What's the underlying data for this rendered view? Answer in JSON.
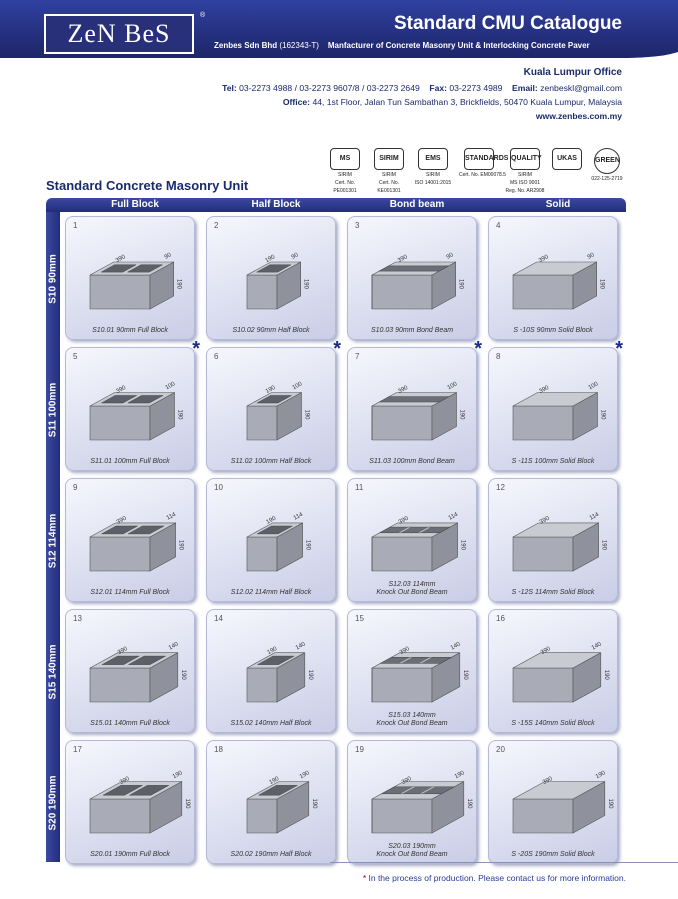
{
  "header": {
    "logo_text": "ZeN BeS",
    "registered_mark": "®",
    "title": "Standard CMU Catalogue",
    "company_name": "Zenbes Sdn Bhd",
    "company_reg": "(162343-T)",
    "company_desc": "Manfacturer of Concrete Masonry Unit & Interlocking Concrete Paver"
  },
  "office": {
    "title": "Kuala Lumpur Office",
    "tel_label": "Tel:",
    "tel": "03-2273 4988 / 03-2273 9607/8 / 03-2273 2649",
    "fax_label": "Fax:",
    "fax": "03-2273 4989",
    "email_label": "Email:",
    "email": "zenbeskl@gmail.com",
    "address_label": "Office:",
    "address": "44, 1st Floor, Jalan Tun Sambathan 3, Brickfields, 50470 Kuala Lumpur, Malaysia",
    "website": "www.zenbes.com.my"
  },
  "certs": [
    {
      "badge": "MS",
      "line1": "SIRIM",
      "line2": "Cert. No.",
      "line3": "PE001301"
    },
    {
      "badge": "SIRIM",
      "line1": "SIRIM",
      "line2": "Cert. No.",
      "line3": "KE001301"
    },
    {
      "badge": "EMS",
      "line1": "SIRIM",
      "line2": "ISO 14001:2015",
      "line3": ""
    },
    {
      "badge": "STANDARDS",
      "line1": "",
      "line2": "Cert. No. EM00078.5",
      "line3": ""
    },
    {
      "badge": "QUALITY",
      "line1": "SIRIM",
      "line2": "MS ISO 9001",
      "line3": "Reg. No. AR2908"
    },
    {
      "badge": "UKAS",
      "line1": "",
      "line2": "",
      "line3": ""
    },
    {
      "badge": "GREEN",
      "line1": "",
      "line2": "022-125-2719",
      "line3": ""
    }
  ],
  "section_title": "Standard Concrete Masonry Unit",
  "columns": [
    "Full Block",
    "Half Block",
    "Bond beam",
    "Solid"
  ],
  "rows": [
    {
      "label": "S10 90mm",
      "depth": "90",
      "items": [
        {
          "num": "1",
          "caption": "S10.01 90mm Full Block",
          "caption2": "",
          "star": "",
          "type": "full"
        },
        {
          "num": "2",
          "caption": "S10.02 90mm Half Block",
          "caption2": "",
          "star": "",
          "type": "half"
        },
        {
          "num": "3",
          "caption": "S10.03 90mm Bond Beam",
          "caption2": "",
          "star": "",
          "type": "bond"
        },
        {
          "num": "4",
          "caption": "S -10S 90mm Solid Block",
          "caption2": "",
          "star": "",
          "type": "solid"
        }
      ]
    },
    {
      "label": "S11 100mm",
      "depth": "100",
      "items": [
        {
          "num": "5",
          "caption": "S11.01 100mm Full Block",
          "caption2": "",
          "star": "*",
          "type": "full"
        },
        {
          "num": "6",
          "caption": "S11.02 100mm Half Block",
          "caption2": "",
          "star": "*",
          "type": "half"
        },
        {
          "num": "7",
          "caption": "S11.03 100mm Bond Beam",
          "caption2": "",
          "star": "*",
          "type": "bond"
        },
        {
          "num": "8",
          "caption": "S -11S 100mm Solid Block",
          "caption2": "",
          "star": "*",
          "type": "solid"
        }
      ]
    },
    {
      "label": "S12 114mm",
      "depth": "114",
      "items": [
        {
          "num": "9",
          "caption": "S12.01 114mm Full Block",
          "caption2": "",
          "star": "",
          "type": "full"
        },
        {
          "num": "10",
          "caption": "S12.02 114mm Half Block",
          "caption2": "",
          "star": "",
          "type": "half"
        },
        {
          "num": "11",
          "caption": "S12.03 114mm",
          "caption2": "Knock Out Bond Beam",
          "star": "",
          "type": "knock"
        },
        {
          "num": "12",
          "caption": "S -12S 114mm Solid Block",
          "caption2": "",
          "star": "",
          "type": "solid"
        }
      ]
    },
    {
      "label": "S15 140mm",
      "depth": "140",
      "items": [
        {
          "num": "13",
          "caption": "S15.01 140mm Full Block",
          "caption2": "",
          "star": "",
          "type": "full"
        },
        {
          "num": "14",
          "caption": "S15.02 140mm Half Block",
          "caption2": "",
          "star": "",
          "type": "half"
        },
        {
          "num": "15",
          "caption": "S15.03 140mm",
          "caption2": "Knock Out Bond Beam",
          "star": "",
          "type": "knock"
        },
        {
          "num": "16",
          "caption": "S -15S 140mm Solid Block",
          "caption2": "",
          "star": "",
          "type": "solid"
        }
      ]
    },
    {
      "label": "S20 190mm",
      "depth": "190",
      "items": [
        {
          "num": "17",
          "caption": "S20.01 190mm Full Block",
          "caption2": "",
          "star": "",
          "type": "full"
        },
        {
          "num": "18",
          "caption": "S20.02 190mm Half Block",
          "caption2": "",
          "star": "",
          "type": "half"
        },
        {
          "num": "19",
          "caption": "S20.03 190mm",
          "caption2": "Knock Out Bond Beam",
          "star": "",
          "type": "knock"
        },
        {
          "num": "20",
          "caption": "S -20S 190mm Solid Block",
          "caption2": "",
          "star": "",
          "type": "solid"
        }
      ]
    }
  ],
  "dims": {
    "length": "390",
    "half_length": "190",
    "height": "190"
  },
  "footnote": {
    "asterisk": "*",
    "text": "In the process of production. Please contact us for more information."
  },
  "colors": {
    "brand_blue": "#28307a",
    "header_blue": "#222d7a",
    "star_blue": "#1a2a8a",
    "block_grey": "#b9bcc4"
  }
}
